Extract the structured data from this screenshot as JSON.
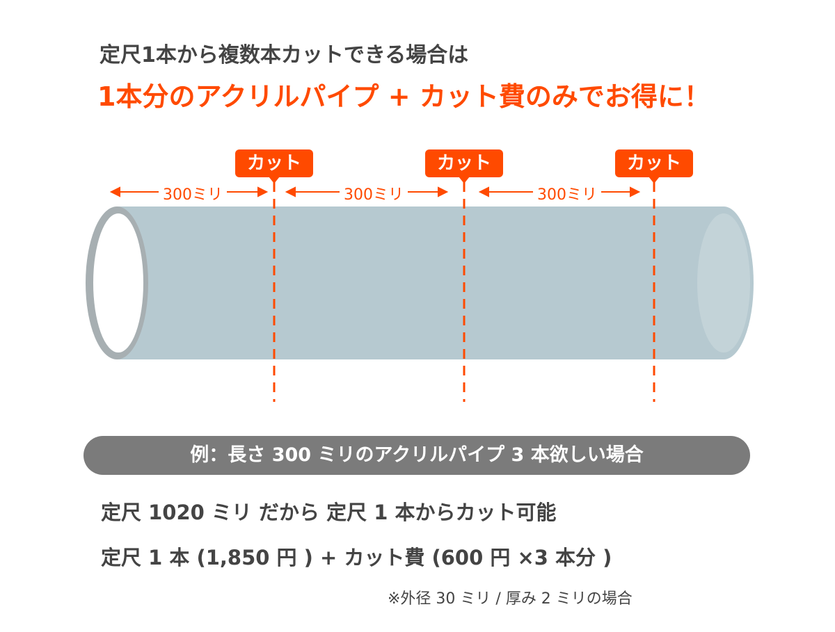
{
  "heading": {
    "line1": "定尺1本から複数本カットできる場合は",
    "line2": "1本分のアクリルパイプ + カット費のみでお得に！"
  },
  "diagram": {
    "cut_label": "カット",
    "segment_label": "300ミリ",
    "segments": 3,
    "cuts": 3,
    "colors": {
      "accent": "#ff4a00",
      "pipe": "#b6c9d0",
      "rim": "#a7afb2"
    }
  },
  "example": {
    "title": "例：長さ 300 ミリのアクリルパイプ 3 本欲しい場合",
    "line1": "定尺 1020 ミリ だから 定尺 1 本からカット可能",
    "line2": "定尺 1 本 (1,850 円 )  +  カット費 (600 円 ×3 本分 )",
    "note": "※外径 30 ミリ / 厚み 2 ミリの場合"
  }
}
